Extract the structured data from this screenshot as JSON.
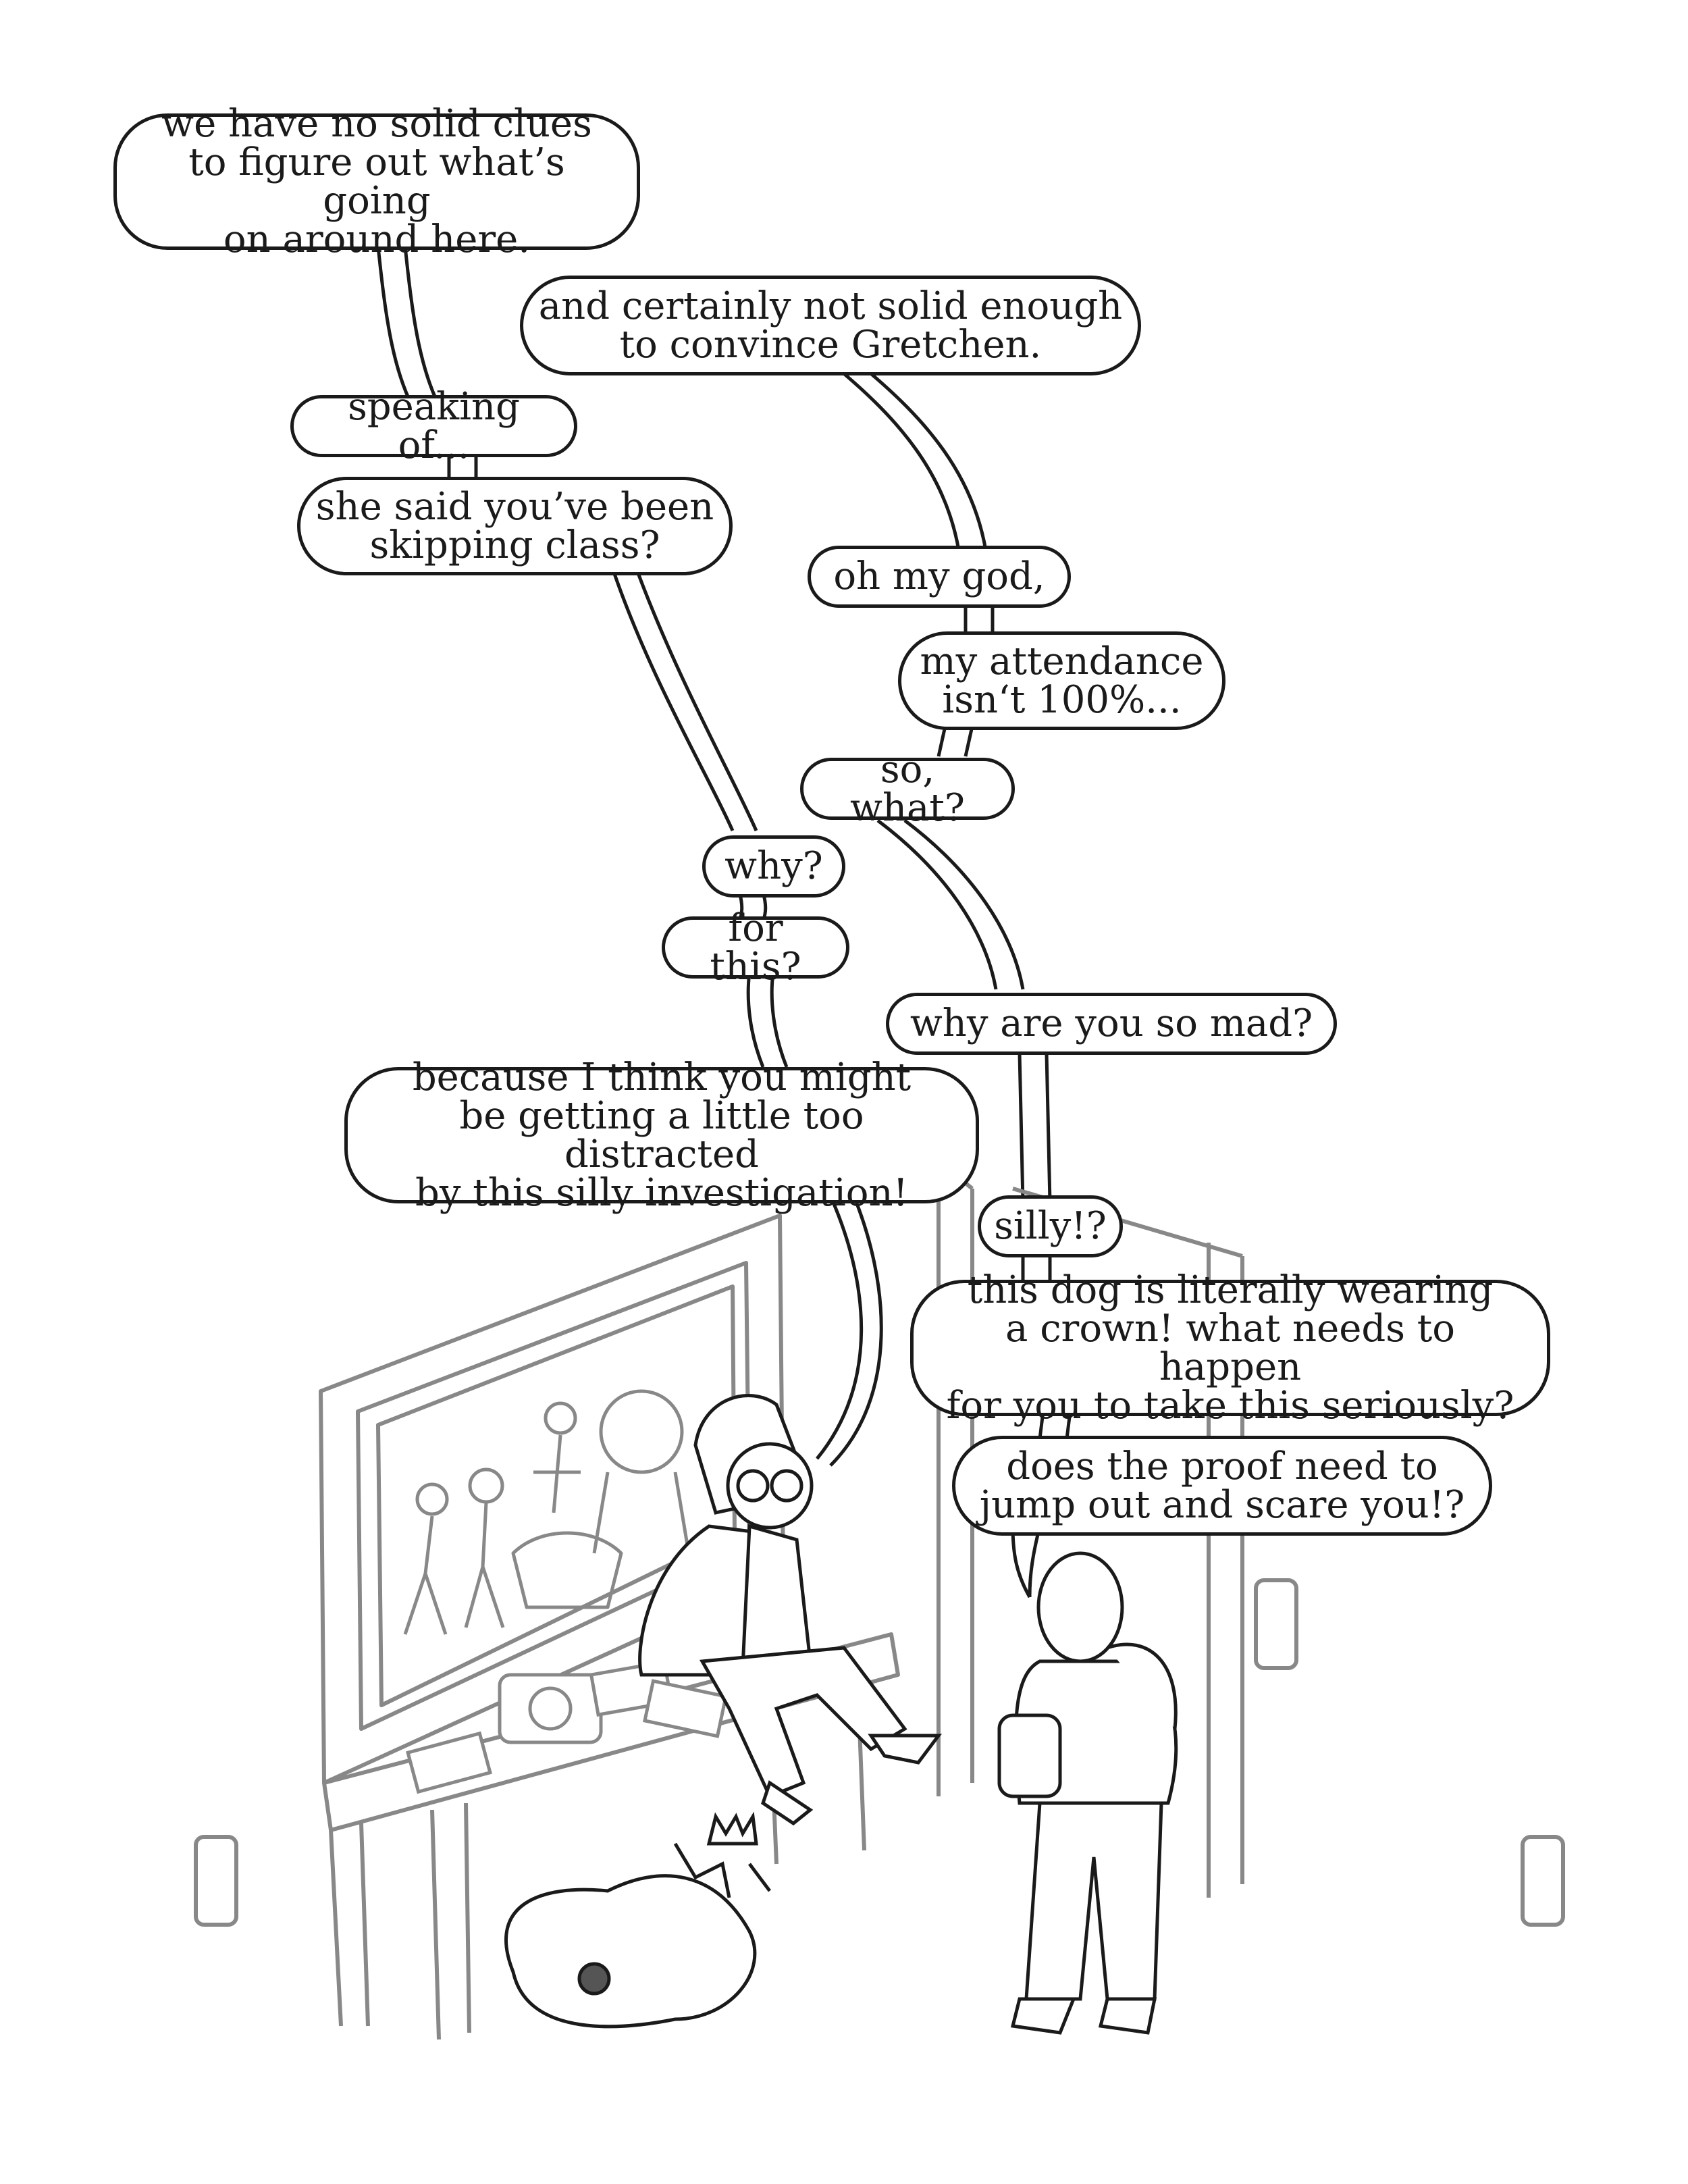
{
  "bubbles": {
    "b1": "we have no solid clues\nto figure out what’s going\non around here.",
    "b2": "and certainly not solid enough\nto convince Gretchen.",
    "b3": "speaking of...",
    "b4": "she said you’ve been\nskipping class?",
    "b5": "oh my god,",
    "b6": "my attendance\nisn‘t 100%...",
    "b7": "so, what?",
    "b8": "why?",
    "b9": "for this?",
    "b10": "why are you so mad?",
    "b11": "because I think you might\nbe getting a little too distracted\nby this silly investigation!",
    "b12": "silly!?",
    "b13": "this dog is literally wearing\na crown! what needs to happen\nfor you to take this seriously?",
    "b14": "does the proof need to\njump out and scare you!?"
  },
  "colors": {
    "ink": "#1a1a1a",
    "line_art": "#888888",
    "background": "#ffffff"
  }
}
